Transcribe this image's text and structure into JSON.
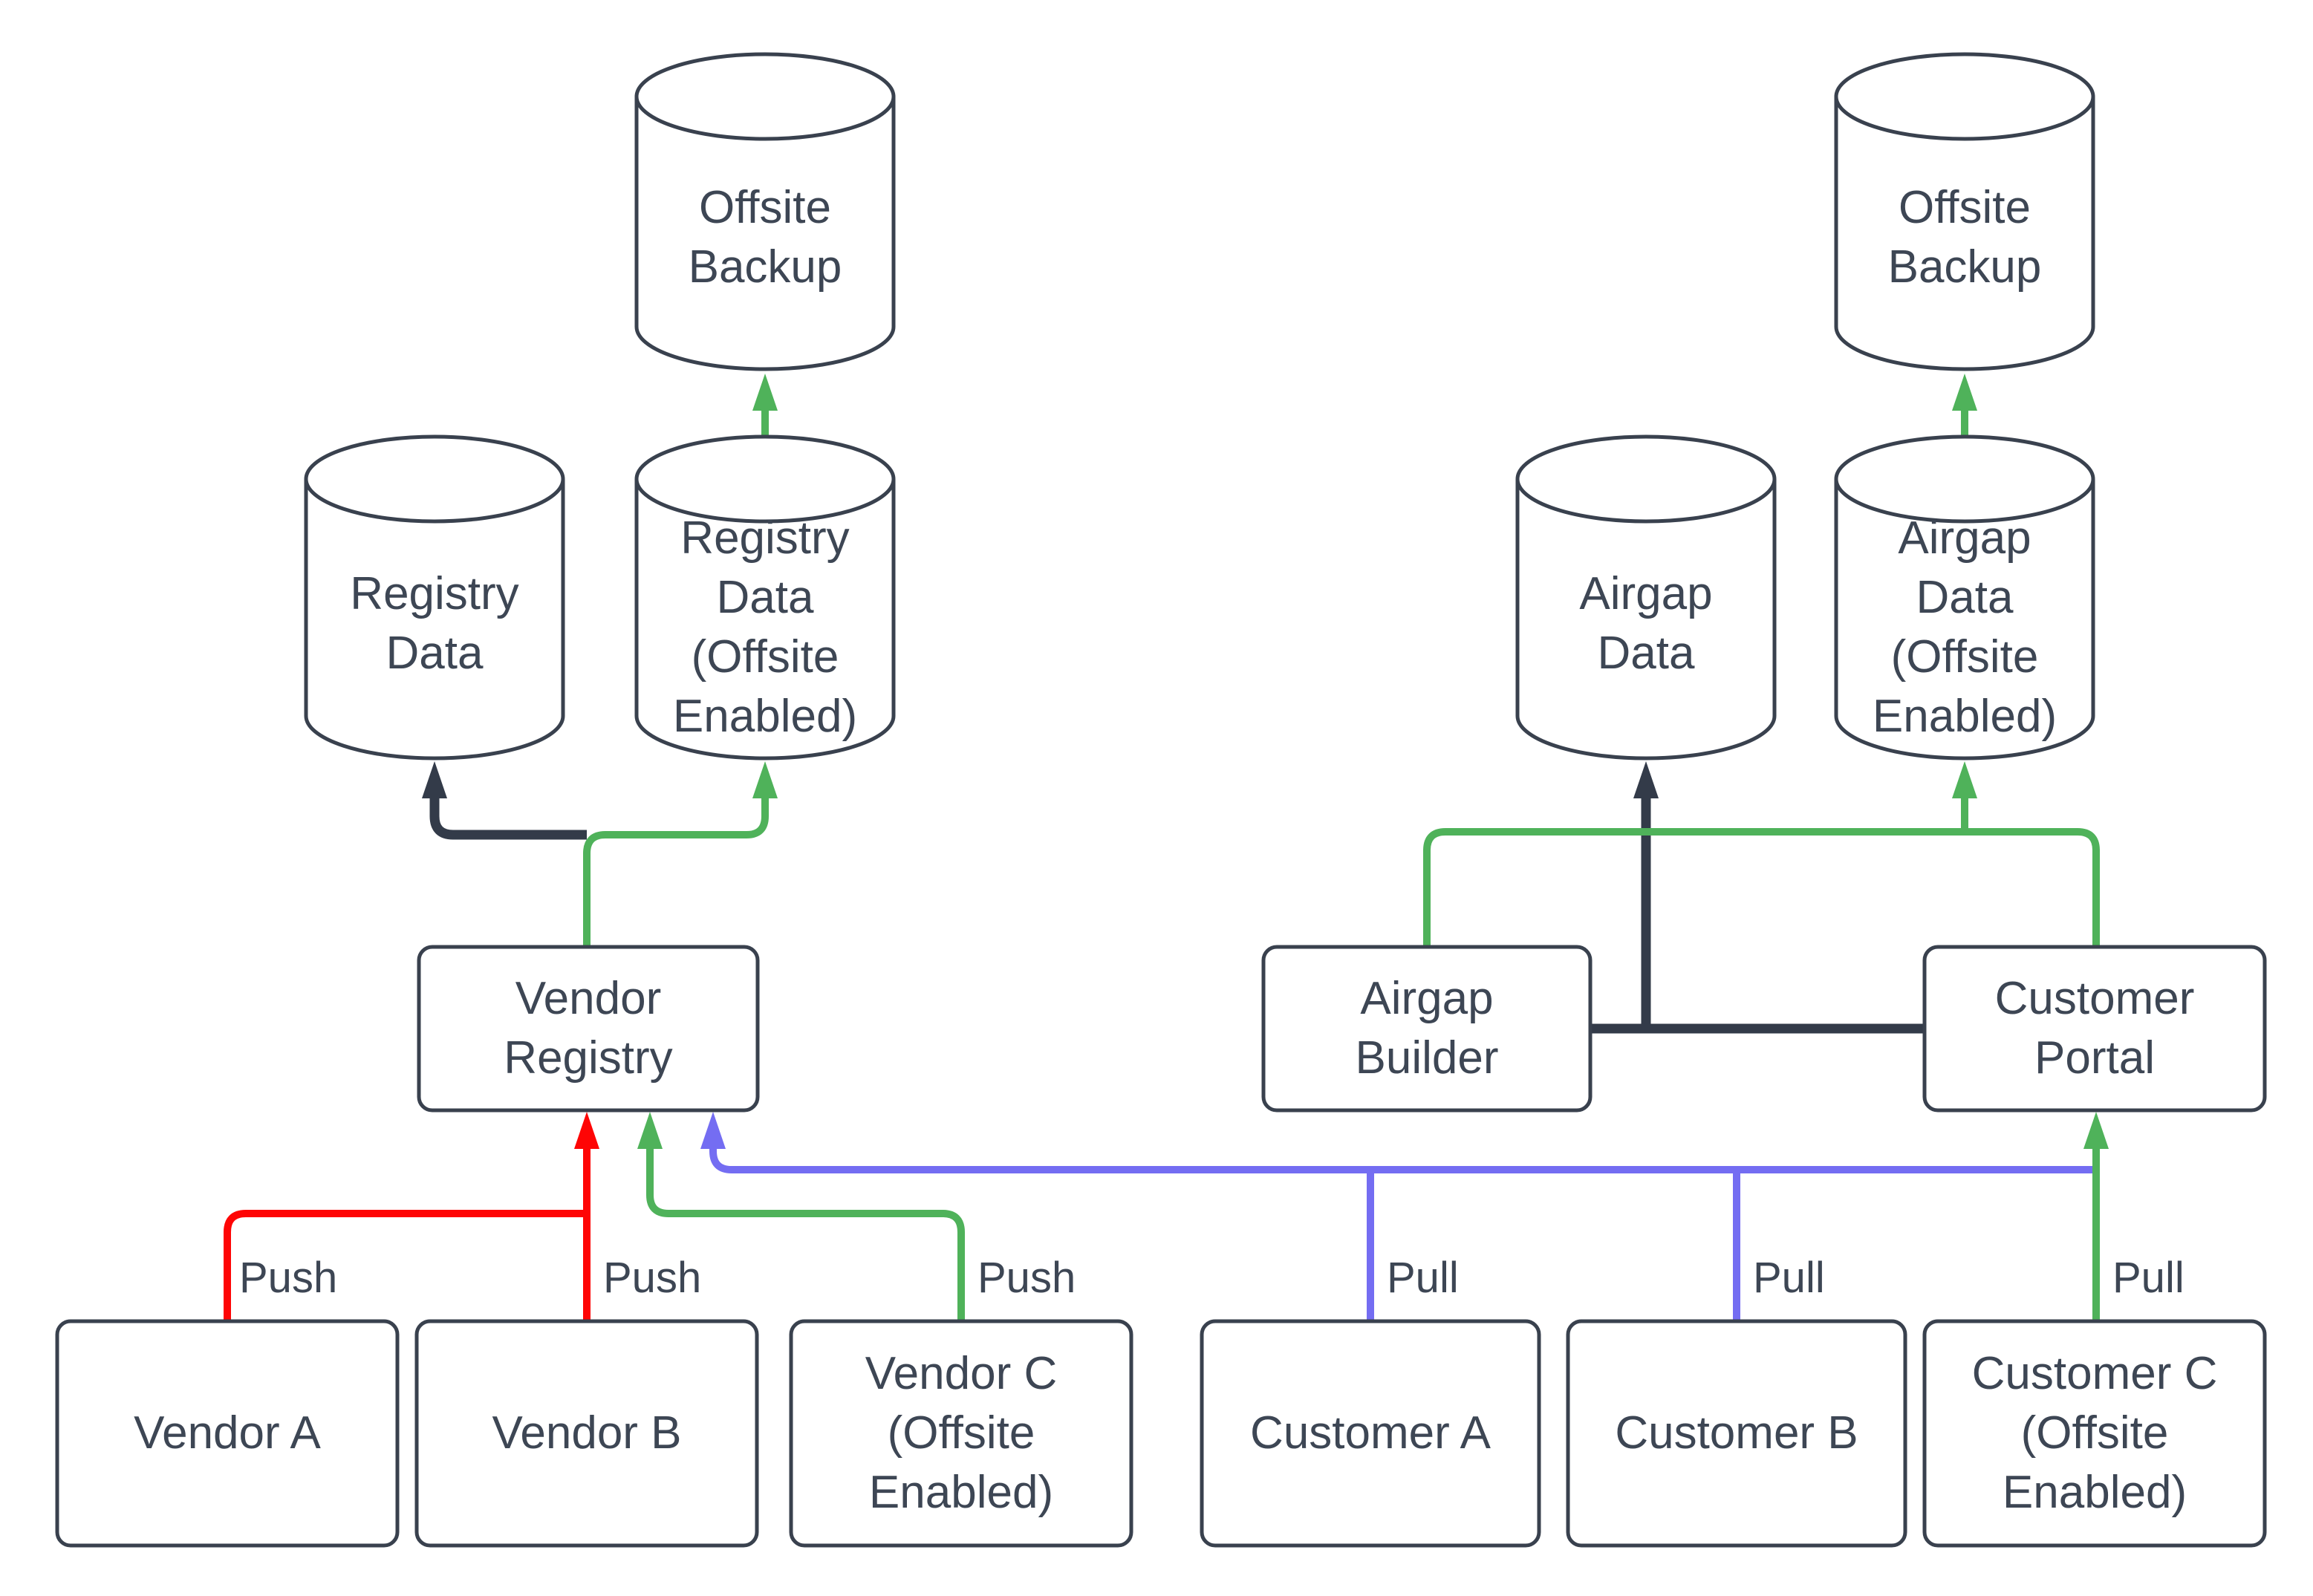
{
  "colors": {
    "background": "#ffffff",
    "shape_stroke": "#39414e",
    "text": "#3d4654",
    "flow_dark": "#333b49",
    "flow_red": "#fe0505",
    "flow_green": "#4fb25a",
    "flow_blue": "#746df2"
  },
  "nodes": {
    "offsite_backup_left": "Offsite Backup",
    "registry_data": "Registry Data",
    "registry_data_offsite": "Registry Data (Offsite Enabled)",
    "vendor_registry": "Vendor Registry",
    "vendor_a": "Vendor A",
    "vendor_b": "Vendor B",
    "vendor_c": "Vendor C (Offsite Enabled)",
    "offsite_backup_right": "Offsite Backup",
    "airgap_data": "Airgap Data",
    "airgap_data_offsite": "Airgap Data (Offsite Enabled)",
    "airgap_builder": "Airgap Builder",
    "customer_portal": "Customer Portal",
    "customer_a": "Customer A",
    "customer_b": "Customer B",
    "customer_c": "Customer C (Offsite Enabled)"
  },
  "edge_labels": {
    "push_vendor_a": "Push",
    "push_vendor_b": "Push",
    "push_vendor_c": "Push",
    "pull_customer_a": "Pull",
    "pull_customer_b": "Pull",
    "pull_customer_c": "Pull"
  }
}
